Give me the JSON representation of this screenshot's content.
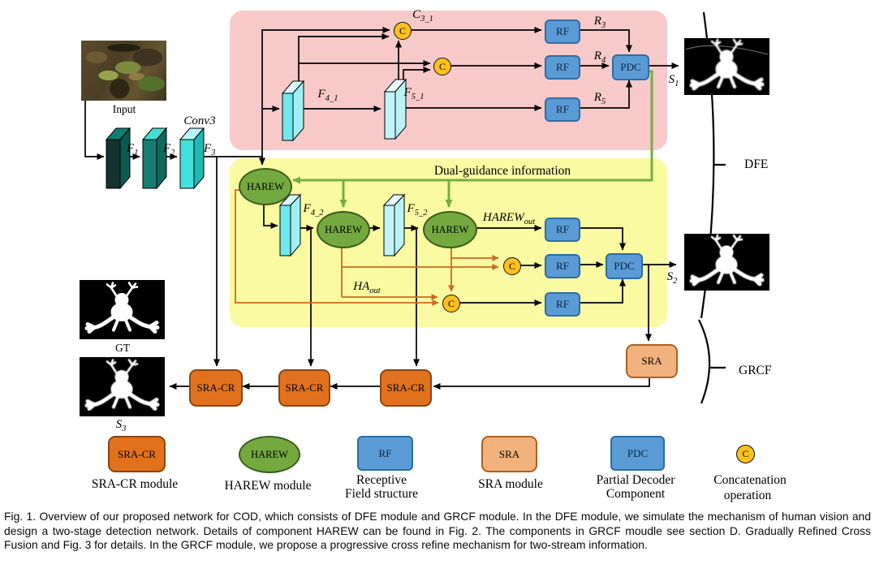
{
  "figure": {
    "input_label": "Input",
    "conv_label": "Conv3",
    "labels": {
      "f1": {
        "base": "F",
        "sub": "1"
      },
      "f2": {
        "base": "F",
        "sub": "2"
      },
      "f3": {
        "base": "F",
        "sub": "3"
      },
      "f4_1": {
        "base": "F",
        "sub": "4_1"
      },
      "f5_1": {
        "base": "F",
        "sub": "5_1"
      },
      "c3_1": {
        "base": "C",
        "sub": "3_1"
      },
      "r3": {
        "base": "R",
        "sub": "3"
      },
      "r4": {
        "base": "R",
        "sub": "4"
      },
      "r5": {
        "base": "R",
        "sub": "5"
      },
      "s1": {
        "base": "S",
        "sub": "1"
      },
      "s2": {
        "base": "S",
        "sub": "2"
      },
      "s3": {
        "base": "S",
        "sub": "3"
      },
      "f4_2": {
        "base": "F",
        "sub": "4_2"
      },
      "f5_2": {
        "base": "F",
        "sub": "5_2"
      },
      "harew_out": {
        "base": "HAREW",
        "sub": "out"
      },
      "ha_out": {
        "base": "HA",
        "sub": "out"
      }
    },
    "nodes": {
      "rf": "RF",
      "pdc": "PDC",
      "harew": "HAREW",
      "sra": "SRA",
      "sra_cr": "SRA-CR",
      "concat": "C"
    },
    "annotations": {
      "dual_guidance": "Dual-guidance information",
      "dfe": "DFE",
      "grcf": "GRCF",
      "gt": "GT"
    },
    "legend": {
      "sra_cr_caption": "SRA-CR module",
      "harew_caption": "HAREW module",
      "rf_caption_line1": "Receptive",
      "rf_caption_line2": "Field structure",
      "sra_caption": "SRA module",
      "pdc_caption_line1": "Partial Decoder",
      "pdc_caption_line2": "Component",
      "concat_caption_line1": "Concatenation",
      "concat_caption_line2": "operation"
    },
    "caption": "Fig. 1.   Overview of our proposed network for COD, which consists of DFE module and GRCF module. In the DFE module, we simulate the mechanism of human vision and design a two-stage detection network. Details of component HAREW can be found in Fig. 2. The components in GRCF moudle see section D. Gradually Refined Cross Fusion and Fig. 3 for details. In the GRCF module, we propose a progressive cross refine mechanism for two-stream information."
  },
  "colors": {
    "pink_region": "#f8c9c9",
    "yellow_region": "#fafaa2",
    "blue_fill": "#5b9bd5",
    "blue_border": "#2e6da4",
    "green_fill": "#74a93f",
    "green_border": "#3c5c1e",
    "orange_fill": "#e2711d",
    "orange_border": "#8c4510",
    "salmon_fill": "#f2b27d",
    "salmon_border": "#b05f1d",
    "concat_fill": "#ffc01e",
    "green_arrow": "#76ad45",
    "orange_arrow": "#cd6a1f",
    "teal_dark": "#13332e",
    "teal_mid": "#157d72",
    "cyan_bright": "#43e0da",
    "cyan_pale": "#c2f4f7"
  }
}
